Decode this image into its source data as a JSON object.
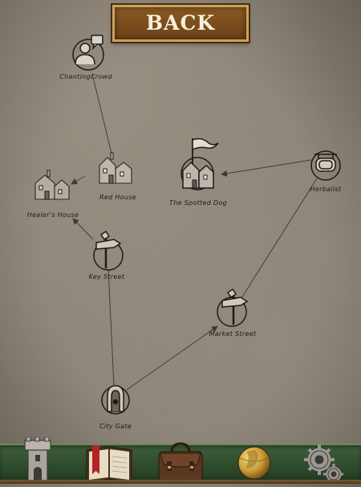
{
  "header": {
    "back_label": "BACK"
  },
  "map": {
    "nodes": {
      "chanting_crowd": {
        "label": "ChantingCrowd",
        "icon": "speaking-person-icon"
      },
      "red_house": {
        "label": "Red House",
        "icon": "house-icon"
      },
      "healers_house": {
        "label": "Healer's House",
        "icon": "house-icon"
      },
      "spotted_dog": {
        "label": "The Spotted Dog",
        "icon": "tavern-flag-icon"
      },
      "herbalist": {
        "label": "Herbalist",
        "icon": "herbalist-sign-icon"
      },
      "key_street": {
        "label": "Key Street",
        "icon": "signpost-icon"
      },
      "market_street": {
        "label": "Market Street",
        "icon": "signpost-icon"
      },
      "city_gate": {
        "label": "City Gate",
        "icon": "gate-lock-icon"
      }
    }
  },
  "toolbar": {
    "items": [
      {
        "id": "tower",
        "icon": "tower-icon"
      },
      {
        "id": "journal",
        "icon": "journal-book-icon"
      },
      {
        "id": "satchel",
        "icon": "satchel-icon"
      },
      {
        "id": "globe",
        "icon": "globe-icon"
      },
      {
        "id": "settings",
        "icon": "gears-icon"
      }
    ]
  },
  "colors": {
    "ink": "#1e1a16",
    "parchment": "#8d8579",
    "button": "#7a4f1e",
    "toolbar": "#2f4b2c"
  }
}
